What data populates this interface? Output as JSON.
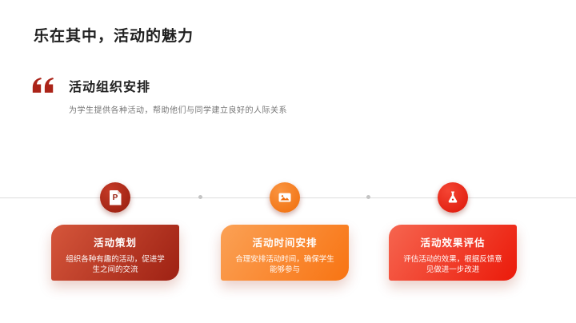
{
  "slide": {
    "title": "乐在其中，活动的魅力",
    "background_color": "#ffffff"
  },
  "quote": {
    "mark": "quote-ornament",
    "mark_color": "#ab2419",
    "heading": "活动组织安排",
    "subtitle": "为学生提供各种活动，帮助他们与同学建立良好的人际关系"
  },
  "timeline": {
    "line_color": "#dcdcdc",
    "dot_color": "#c4c4c4",
    "nodes": [
      {
        "icon": "document-p-icon",
        "letter": "P",
        "color_from": "#c53a27",
        "color_to": "#961d0e"
      },
      {
        "icon": "image-icon",
        "color_from": "#fa9440",
        "color_to": "#f06d0b"
      },
      {
        "icon": "flask-icon",
        "color_from": "#f44533",
        "color_to": "#dd1609"
      }
    ]
  },
  "cards": [
    {
      "title": "活动策划",
      "body": "组织各种有趣的活动，促进学生之间的交流",
      "color_from": "#d5563b",
      "color_to": "#9e2113"
    },
    {
      "title": "活动时间安排",
      "body": "合理安排活动时间，确保学生能够参与",
      "color_from": "#fba155",
      "color_to": "#f87413"
    },
    {
      "title": "活动效果评估",
      "body": "评估活动的效果，根据反馈意见做进一步改进",
      "color_from": "#f6654f",
      "color_to": "#eb1a0a"
    }
  ]
}
